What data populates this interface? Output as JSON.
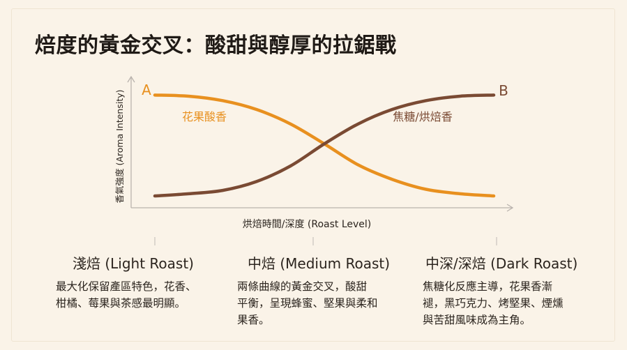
{
  "title": "焙度的黃金交叉：酸甜與醇厚的拉鋸戰",
  "chart_data": {
    "type": "line",
    "xlabel": "烘焙時間/深度 (Roast Level)",
    "ylabel": "香氣強度 (Aroma Intensity)",
    "x_ticks": [
      {
        "label": "淺焙 (Light Roast)",
        "value": 0
      },
      {
        "label": "中焙 (Medium Roast)",
        "value": 0.5
      },
      {
        "label": "中深/深焙 (Dark Roast)",
        "value": 1
      }
    ],
    "xlim": [
      0,
      1
    ],
    "ylim": [
      0,
      1
    ],
    "series": [
      {
        "name": "花果酸香",
        "end_label": "A",
        "color": "#e8901f",
        "x": [
          0,
          0.1,
          0.2,
          0.3,
          0.4,
          0.5,
          0.6,
          0.7,
          0.8,
          0.9,
          1.0
        ],
        "values": [
          0.96,
          0.95,
          0.91,
          0.83,
          0.7,
          0.52,
          0.33,
          0.2,
          0.11,
          0.07,
          0.05
        ]
      },
      {
        "name": "焦糖/烘焙香",
        "end_label": "B",
        "color": "#7a4a33",
        "x": [
          0,
          0.1,
          0.2,
          0.3,
          0.4,
          0.5,
          0.6,
          0.7,
          0.8,
          0.9,
          1.0
        ],
        "values": [
          0.05,
          0.07,
          0.1,
          0.18,
          0.32,
          0.52,
          0.7,
          0.83,
          0.91,
          0.95,
          0.96
        ]
      }
    ]
  },
  "columns": [
    {
      "heading": "淺焙 (Light Roast)",
      "body": "最大化保留產區特色，花香、\n柑橘、莓果與茶感最明顯。"
    },
    {
      "heading": "中焙 (Medium Roast)",
      "body": "兩條曲線的黃金交叉，酸甜\n平衡，呈現蜂蜜、堅果與柔和\n果香。"
    },
    {
      "heading": "中深/深焙 (Dark Roast)",
      "body": "焦糖化反應主導，花果香漸\n褪，黑巧克力、烤堅果、煙燻\n與苦甜風味成為主角。"
    }
  ],
  "colors": {
    "background": "#faf3e8",
    "axis": "#b9b3ad",
    "series_a": "#e8901f",
    "series_b": "#7a4a33",
    "text": "#2b241e"
  }
}
